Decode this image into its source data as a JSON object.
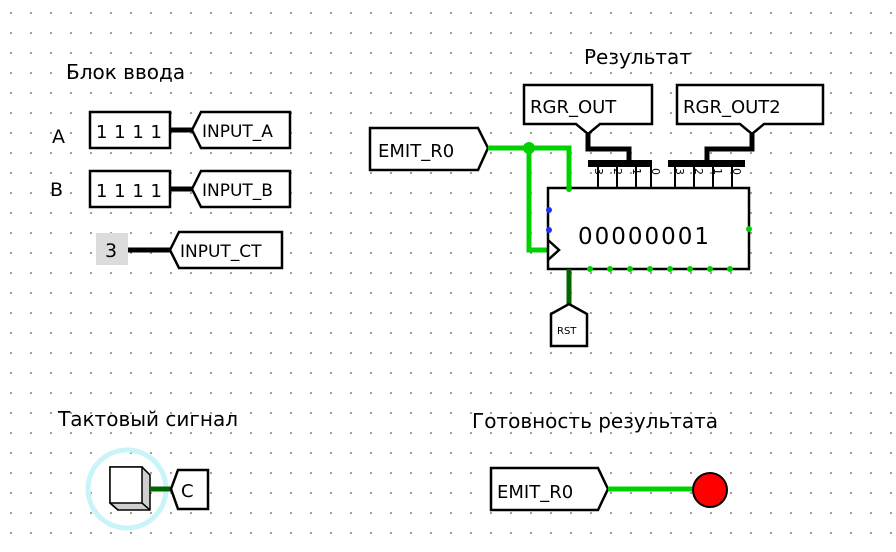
{
  "sections": {
    "input_block": "Блок ввода",
    "result": "Результат",
    "clock_signal": "Тактовый сигнал",
    "result_ready": "Готовность результата"
  },
  "inputs": [
    {
      "label": "A",
      "bits": "1111",
      "tunnel": "INPUT_A"
    },
    {
      "label": "B",
      "bits": "1111",
      "tunnel": "INPUT_B"
    }
  ],
  "constant": {
    "value": "3",
    "tunnel": "INPUT_CT"
  },
  "register": {
    "value": "00000001",
    "emit_tunnel": "EMIT_R0",
    "reset_tunnel": "RST",
    "output_tunnels": [
      "RGR_OUT",
      "RGR_OUT2"
    ],
    "bit_labels": [
      "3",
      "2",
      "1",
      "0",
      "3",
      "2",
      "1",
      "0"
    ]
  },
  "clock": {
    "tunnel": "C"
  },
  "ready": {
    "tunnel": "EMIT_R0",
    "led_color": "#ff0000"
  },
  "colors": {
    "wire_on": "#00d000",
    "wire_off": "#006400",
    "bus": "#000000",
    "clock_halo": "#c8f4fa",
    "pin_dot_blue": "#2030ff"
  }
}
